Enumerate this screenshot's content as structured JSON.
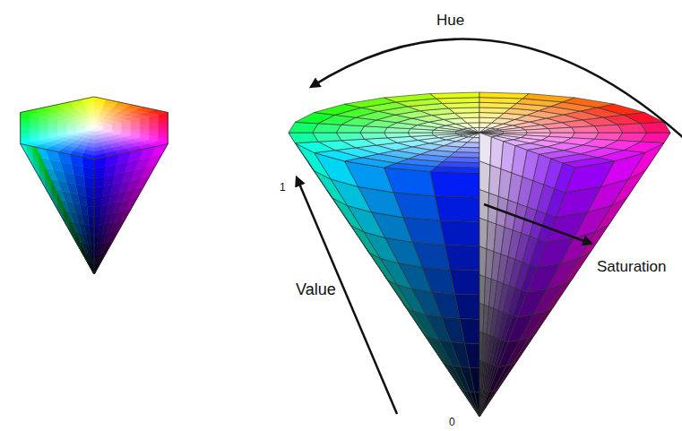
{
  "diagram": {
    "labels": [
      "Hue",
      "1",
      "Value",
      "0",
      "Saturation"
    ]
  }
}
